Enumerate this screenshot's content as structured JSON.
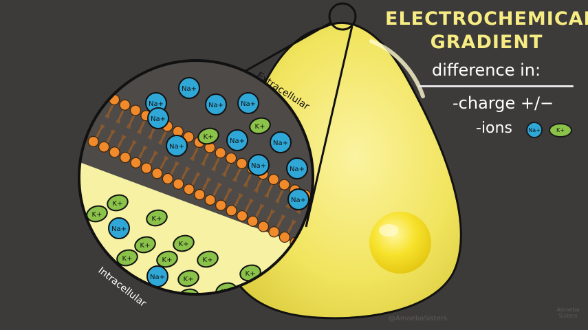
{
  "title": {
    "line1": "ELECTROCHEMICAL",
    "line2": "GRADIENT"
  },
  "legend": {
    "difference": "difference in:",
    "charge": "-charge +/−",
    "ions": "-ions",
    "na_label": "Na+",
    "k_label": "K+"
  },
  "diagram": {
    "extracellular_label": "Extracellular",
    "intracellular_label": "Intracellular",
    "extracellular_ions": [
      "Na+",
      "Na+",
      "Na+",
      "Na+",
      "Na+",
      "Na+",
      "K+",
      "K+",
      "Na+",
      "Na+",
      "Na+",
      "Na+",
      "Na+"
    ],
    "intracellular_ions": [
      "K+",
      "K+",
      "Na+",
      "K+",
      "K+",
      "K+",
      "K+",
      "K+",
      "K+",
      "Na+",
      "K+",
      "K+",
      "K+",
      "K+"
    ]
  },
  "colors": {
    "background": "#3d3a3a",
    "cell": "#f3e770",
    "nucleus": "#f5dd1e",
    "sodium": "#2fa8d8",
    "potassium": "#8bc34a",
    "phospholipid_head": "#f08a2b",
    "phospholipid_tail": "#8a5a2e",
    "title": "#f6ec83"
  },
  "watermark": {
    "handle": "@AmoebaSisters",
    "logo": "Amoeba Sisters"
  }
}
